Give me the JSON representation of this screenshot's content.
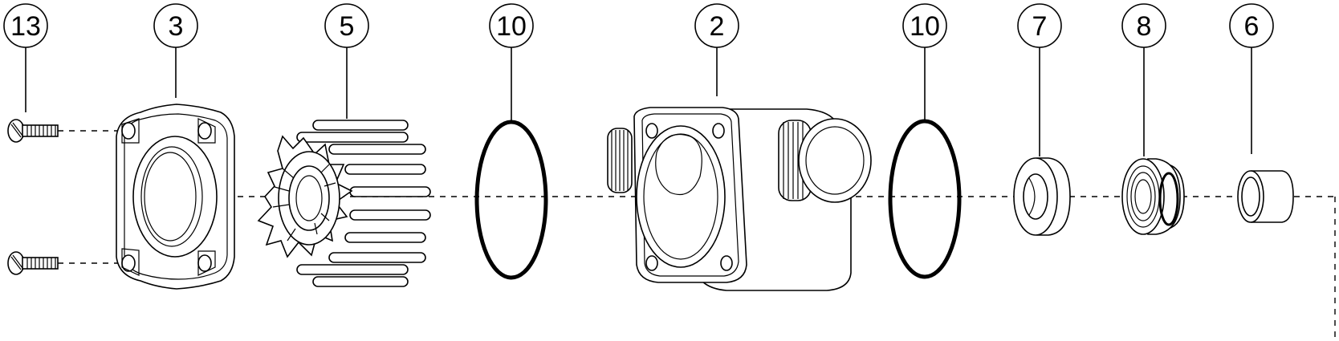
{
  "callouts": [
    {
      "id": "screw",
      "label": "13"
    },
    {
      "id": "cover",
      "label": "3"
    },
    {
      "id": "impeller",
      "label": "5"
    },
    {
      "id": "oring-left",
      "label": "10"
    },
    {
      "id": "housing",
      "label": "2"
    },
    {
      "id": "oring-right",
      "label": "10"
    },
    {
      "id": "seal",
      "label": "7"
    },
    {
      "id": "bearing",
      "label": "8"
    },
    {
      "id": "sleeve",
      "label": "6"
    }
  ]
}
